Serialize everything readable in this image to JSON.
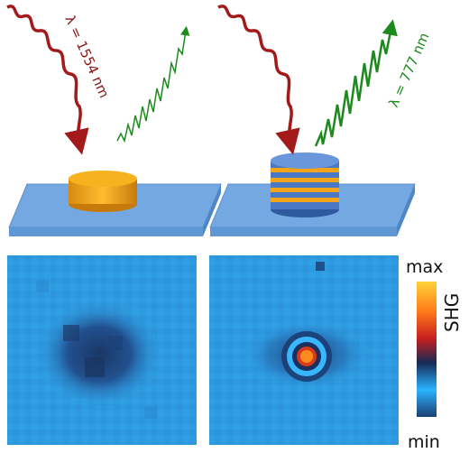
{
  "labels": {
    "wavelength_in": "λ = 1554 nm",
    "wavelength_out": "λ = 777 nm",
    "colorbar_max": "max",
    "colorbar_min": "min",
    "colorbar_title": "SHG"
  },
  "colors": {
    "incoming_wave": "#a21a1a",
    "outgoing_wave": "#1c8a1c",
    "substrate": "#74a8e3",
    "gold_disk": "#f3a418",
    "multilayer_blue": "#5a8ad3",
    "map_background": "#2e9be0",
    "map_dark": "#1b3f73",
    "hotspot": "#ff6a1a"
  },
  "colorbar": {
    "gradient": [
      "#ffd23a",
      "#ff7a1a",
      "#c81f1f",
      "#162a55",
      "#2bb3ff",
      "#1b3f73"
    ]
  },
  "maps": {
    "left": {
      "description": "uniform film, dark depression in center"
    },
    "right": {
      "description": "multilayer, bright SHG hotspot in center"
    }
  }
}
